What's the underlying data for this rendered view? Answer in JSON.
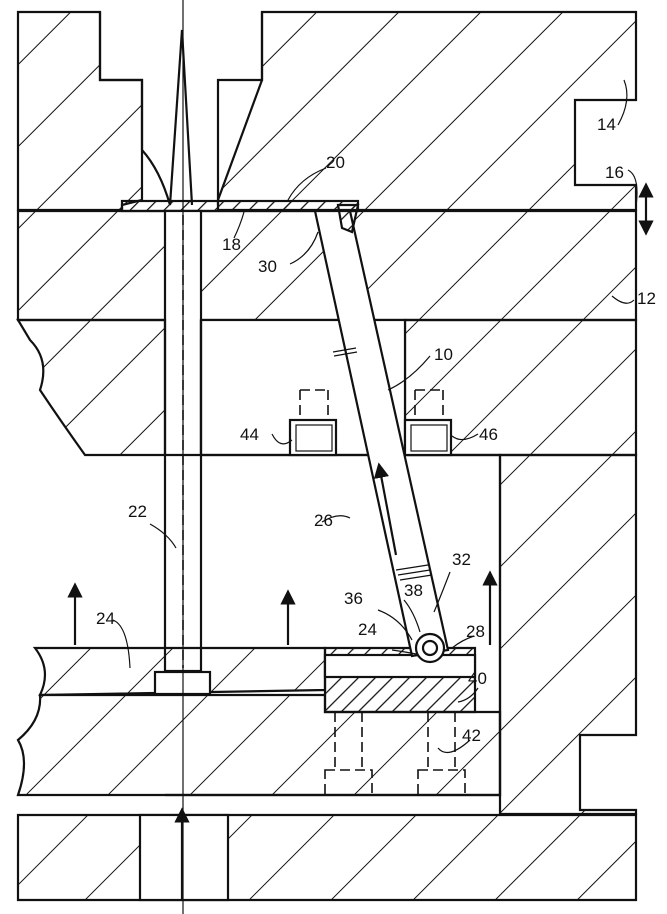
{
  "figure": {
    "labels": {
      "l10": "10",
      "l12": "12",
      "l14": "14",
      "l16": "16",
      "l18": "18",
      "l20": "20",
      "l22": "22",
      "l24a": "24",
      "l24b": "24",
      "l26": "26",
      "l28": "28",
      "l30": "30",
      "l32": "32",
      "l36": "36",
      "l38": "38",
      "l40": "40",
      "l42": "42",
      "l44": "44",
      "l46": "46"
    }
  }
}
